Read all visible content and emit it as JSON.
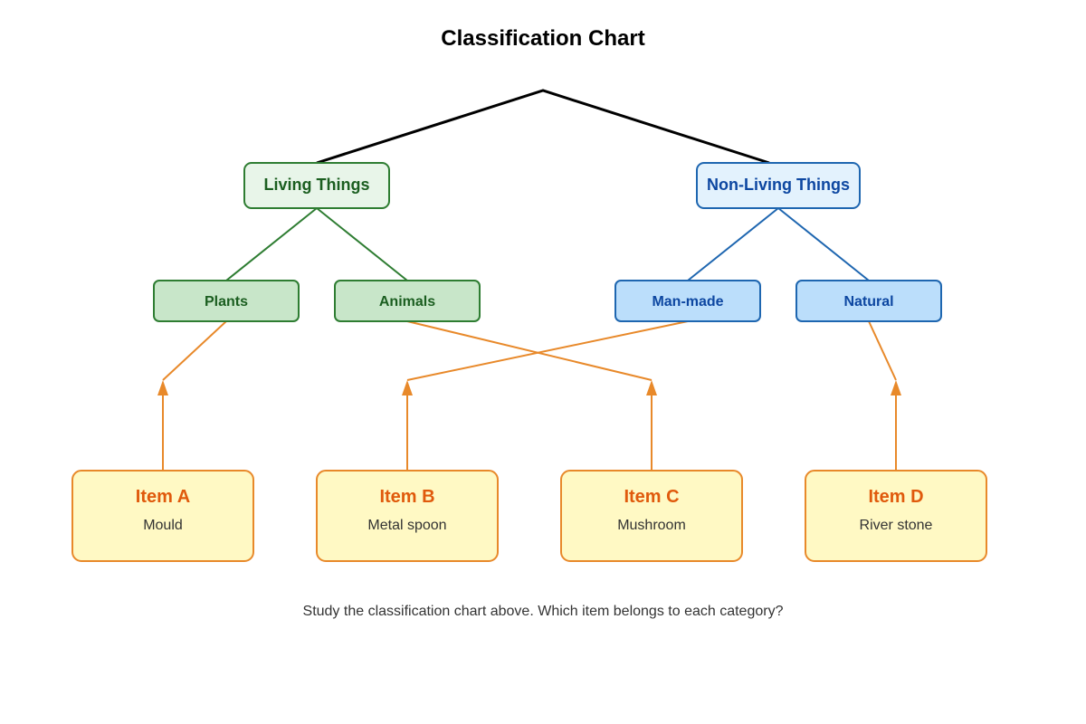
{
  "title": "Classification Chart",
  "caption": "Study the classification chart above. Which item belongs to each category?",
  "colors": {
    "root_line": "#000000",
    "living_stroke": "#2e7d32",
    "living_fill": "#e8f5e9",
    "living_sub_fill": "#c8e6c9",
    "living_text": "#1b5e20",
    "nonliving_stroke": "#1e66b0",
    "nonliving_fill": "#e3f2fd",
    "nonliving_sub_fill": "#bbdefb",
    "nonliving_text": "#0d47a1",
    "item_stroke": "#e8892a",
    "item_fill": "#fff9c4",
    "item_title": "#e05a0c",
    "arrow": "#e8892a"
  },
  "categories": {
    "living": {
      "label": "Living Things",
      "children": [
        {
          "key": "plants",
          "label": "Plants"
        },
        {
          "key": "animals",
          "label": "Animals"
        }
      ]
    },
    "nonliving": {
      "label": "Non-Living Things",
      "children": [
        {
          "key": "manmade",
          "label": "Man-made"
        },
        {
          "key": "natural",
          "label": "Natural"
        }
      ]
    }
  },
  "items": [
    {
      "key": "a",
      "title": "Item A",
      "desc": "Mould",
      "links_to": "plants"
    },
    {
      "key": "b",
      "title": "Item B",
      "desc": "Metal spoon",
      "links_to": "manmade"
    },
    {
      "key": "c",
      "title": "Item C",
      "desc": "Mushroom",
      "links_to": "animals"
    },
    {
      "key": "d",
      "title": "Item D",
      "desc": "River stone",
      "links_to": "natural"
    }
  ]
}
